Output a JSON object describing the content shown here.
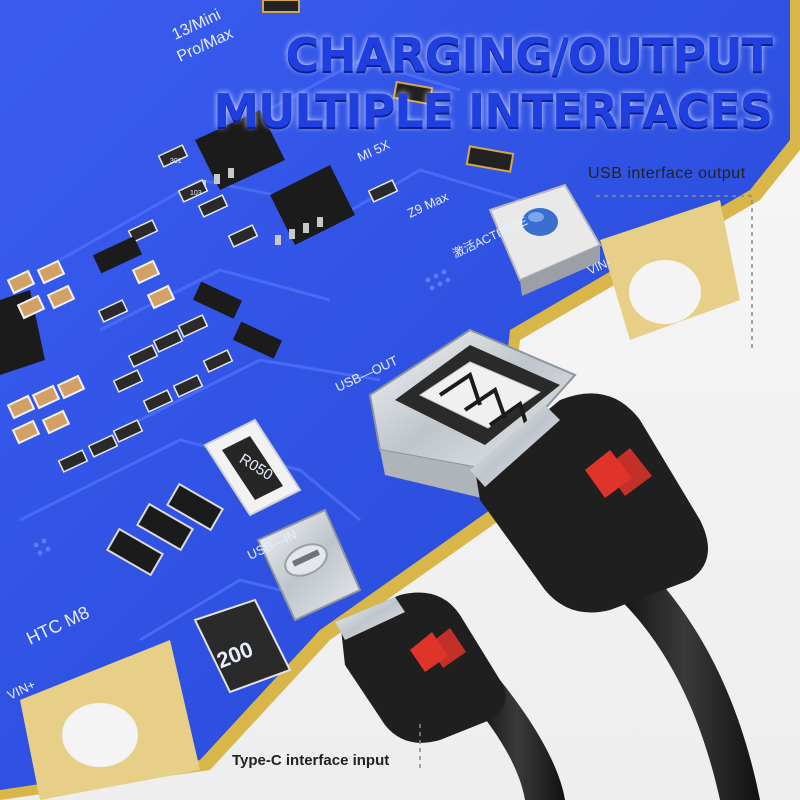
{
  "headline": {
    "line_1": "CHARGING/OUTPUT",
    "line_2": "MULTIPLE INTERFACES"
  },
  "callouts": {
    "usb_output": "USB interface output",
    "typec_input": "Type-C interface input"
  },
  "board_labels": {
    "model_13_mini": "13/Mini",
    "model_pro_max": "Pro/Max",
    "model_mi_5x": "MI 5X",
    "model_z9_max": "Z9 Max",
    "model_htc_m8": "HTC M8",
    "activate_button": "激活ACTIVATE",
    "usb_out_port": "USB—OUT",
    "usb_in_port": "USB—IN",
    "vin_plus_left": "VIN+",
    "vin_minus_right": "VIN-",
    "resistor_r050": "R050",
    "inductor_200": "200",
    "smd_301": "301",
    "smd_103": "103"
  },
  "colors": {
    "pcb_blue": "#2f52e0",
    "headline_blue": "#1f3fe0",
    "gold_pad": "#e8cf88",
    "cable_black": "#1c1c1c",
    "chevron_red": "#e0342a"
  }
}
